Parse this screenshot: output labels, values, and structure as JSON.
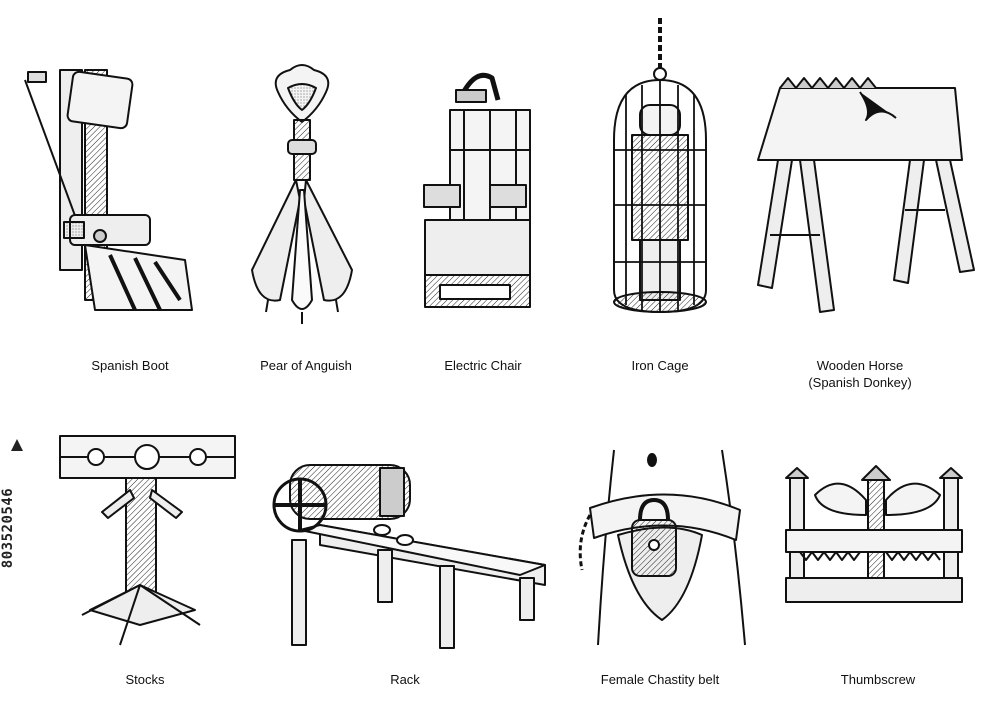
{
  "labels": {
    "spanish_boot": "Spanish Boot",
    "pear": "Pear of Anguish",
    "electric_chair": "Electric Chair",
    "iron_cage": "Iron Cage",
    "wooden_horse_line1": "Wooden Horse",
    "wooden_horse_line2": "(Spanish Donkey)",
    "stocks": "Stocks",
    "rack": "Rack",
    "chastity_belt": "Female Chastity belt",
    "thumbscrew": "Thumbscrew"
  },
  "watermark": {
    "stock_id": "803520546"
  },
  "colors": {
    "ink": "#111111",
    "fill_light": "#f2f2f2",
    "fill_mid": "#cfcfcf",
    "background": "#ffffff"
  }
}
